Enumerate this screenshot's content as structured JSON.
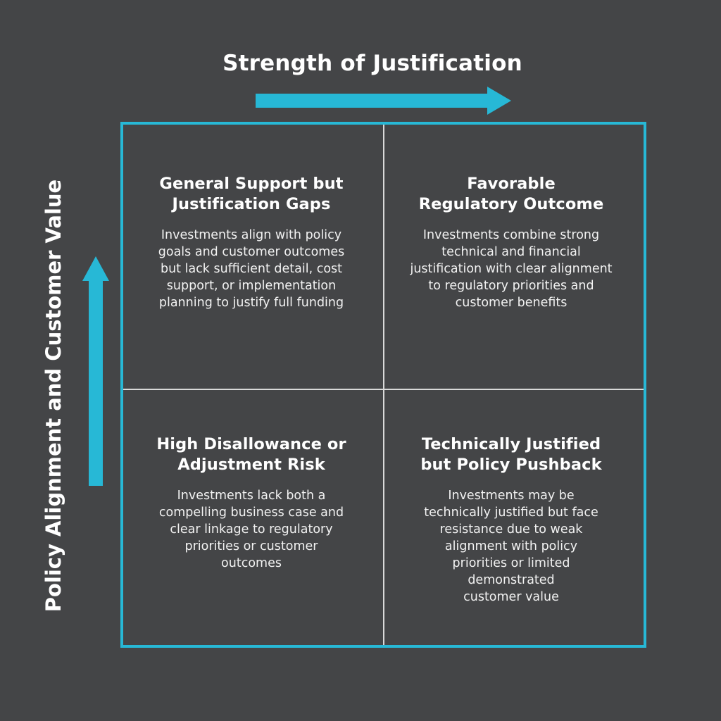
{
  "x_axis": {
    "label": "Strength of Justification"
  },
  "y_axis": {
    "label": "Policy Alignment and Customer Value"
  },
  "colors": {
    "background": "#444547",
    "accent": "#27b8d6",
    "text": "#ffffff",
    "divider": "#d9d9d9"
  },
  "quadrants": {
    "top_left": {
      "title_line1": "General Support but",
      "title_line2": "Justification Gaps",
      "body": [
        "Investments align with policy",
        "goals and customer outcomes",
        "but lack sufficient detail, cost",
        "support, or implementation",
        "planning to justify full funding"
      ]
    },
    "top_right": {
      "title_line1": "Favorable",
      "title_line2": "Regulatory Outcome",
      "body": [
        "Investments combine strong",
        "technical and financial",
        "justification with clear alignment",
        "to regulatory priorities and",
        "customer benefits"
      ]
    },
    "bottom_left": {
      "title_line1": "High Disallowance or",
      "title_line2": "Adjustment Risk",
      "body": [
        "Investments lack both a",
        "compelling business case and",
        "clear linkage to regulatory",
        "priorities or customer",
        "outcomes"
      ]
    },
    "bottom_right": {
      "title_line1": "Technically Justified",
      "title_line2": "but Policy Pushback",
      "body": [
        "Investments may be",
        "technically justified but face",
        "resistance due to weak",
        "alignment with policy",
        "priorities or limited",
        "demonstrated",
        "customer value"
      ]
    }
  }
}
